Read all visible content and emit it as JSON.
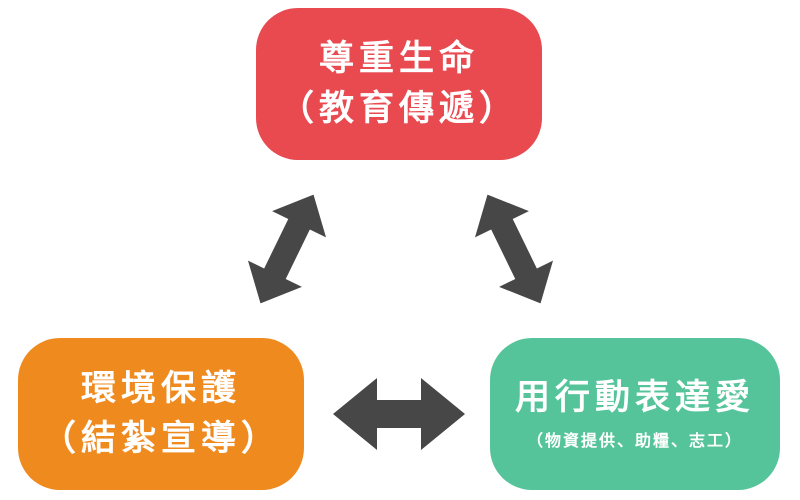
{
  "colors": {
    "top": "#e84a50",
    "left": "#ef8a1f",
    "right": "#56c49a",
    "arrow": "#474747"
  },
  "nodes": {
    "top": {
      "title": "尊重生命",
      "subtitle": "（教育傳遞）"
    },
    "left": {
      "title": "環境保護",
      "subtitle": "（結紮宣導）"
    },
    "right": {
      "title": "用行動表達愛",
      "subtitle": "（物資提供、助糧、志工）"
    }
  },
  "arrows": [
    {
      "from": "top",
      "to": "left",
      "type": "bidirectional"
    },
    {
      "from": "top",
      "to": "right",
      "type": "bidirectional"
    },
    {
      "from": "left",
      "to": "right",
      "type": "bidirectional"
    }
  ]
}
